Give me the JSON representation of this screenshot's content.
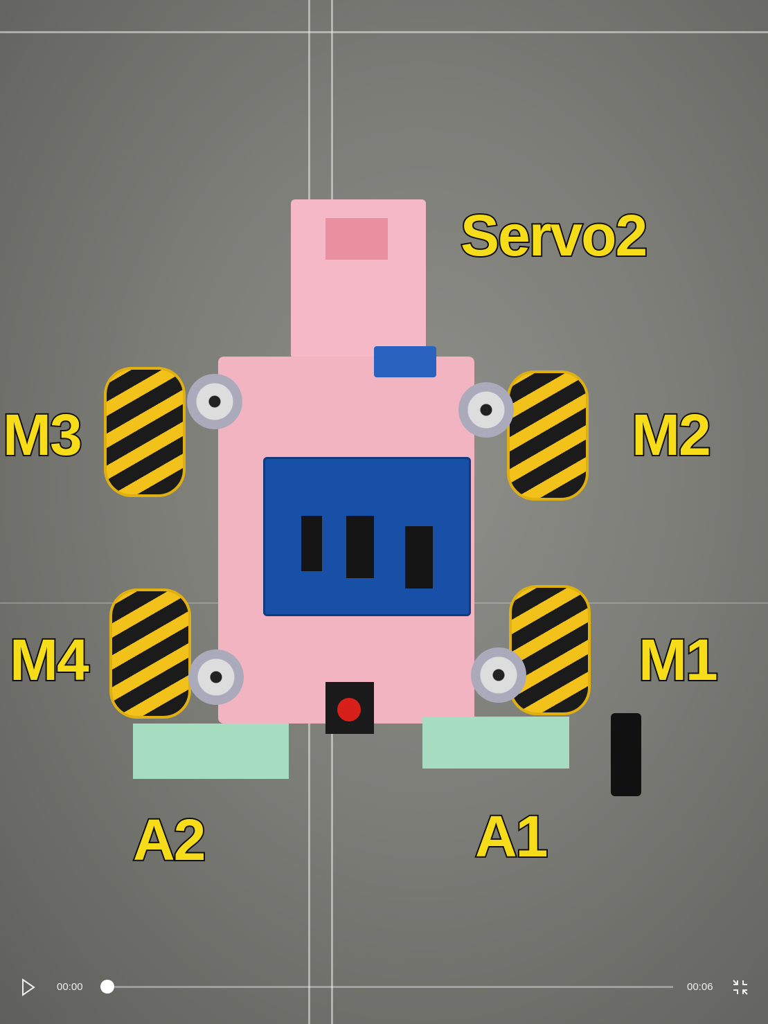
{
  "labels": {
    "servo2": "Servo2",
    "m1": "M1",
    "m2": "M2",
    "m3": "M3",
    "m4": "M4",
    "a1": "A1",
    "a2": "A2"
  },
  "player": {
    "current_time": "00:00",
    "duration": "00:06",
    "progress": 0,
    "play_icon": "play-icon",
    "exit_fullscreen_icon": "exit-fullscreen-icon"
  }
}
